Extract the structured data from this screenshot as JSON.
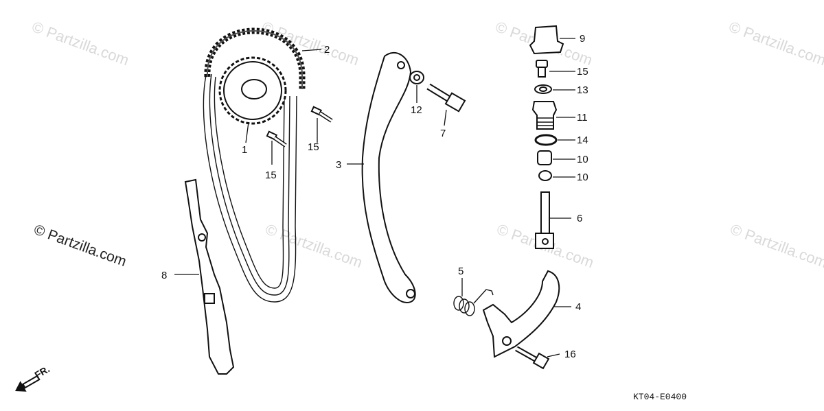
{
  "watermarks": {
    "main": "© Partzilla.com",
    "faint": "© Partzilla.com"
  },
  "diagram_code": "KT04-E0400",
  "direction_label": "FR.",
  "callouts": {
    "p1": "1",
    "p2": "2",
    "p3": "3",
    "p4": "4",
    "p5": "5",
    "p6": "6",
    "p7": "7",
    "p8": "8",
    "p9": "9",
    "p10a": "10",
    "p10b": "10",
    "p11": "11",
    "p12": "12",
    "p13": "13",
    "p14": "14",
    "p15a": "15",
    "p15b": "15",
    "p15c": "15",
    "p16": "16"
  }
}
